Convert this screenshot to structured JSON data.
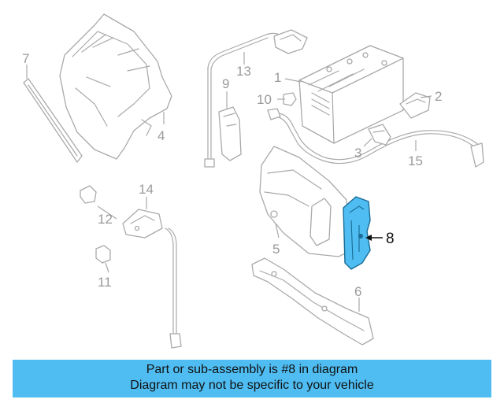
{
  "diagram": {
    "highlight_color": "#4fbdf2",
    "callouts": {
      "c1": "1",
      "c2": "2",
      "c3": "3",
      "c4": "4",
      "c5": "5",
      "c6": "6",
      "c7": "7",
      "c8": "8",
      "c9": "9",
      "c10": "10",
      "c11": "11",
      "c12": "12",
      "c13": "13",
      "c14": "14",
      "c15": "15"
    }
  },
  "banner": {
    "line1": "Part or sub-assembly is #8 in diagram",
    "line2": "Diagram may not be specific to your vehicle",
    "color": "#4fbdf2"
  }
}
